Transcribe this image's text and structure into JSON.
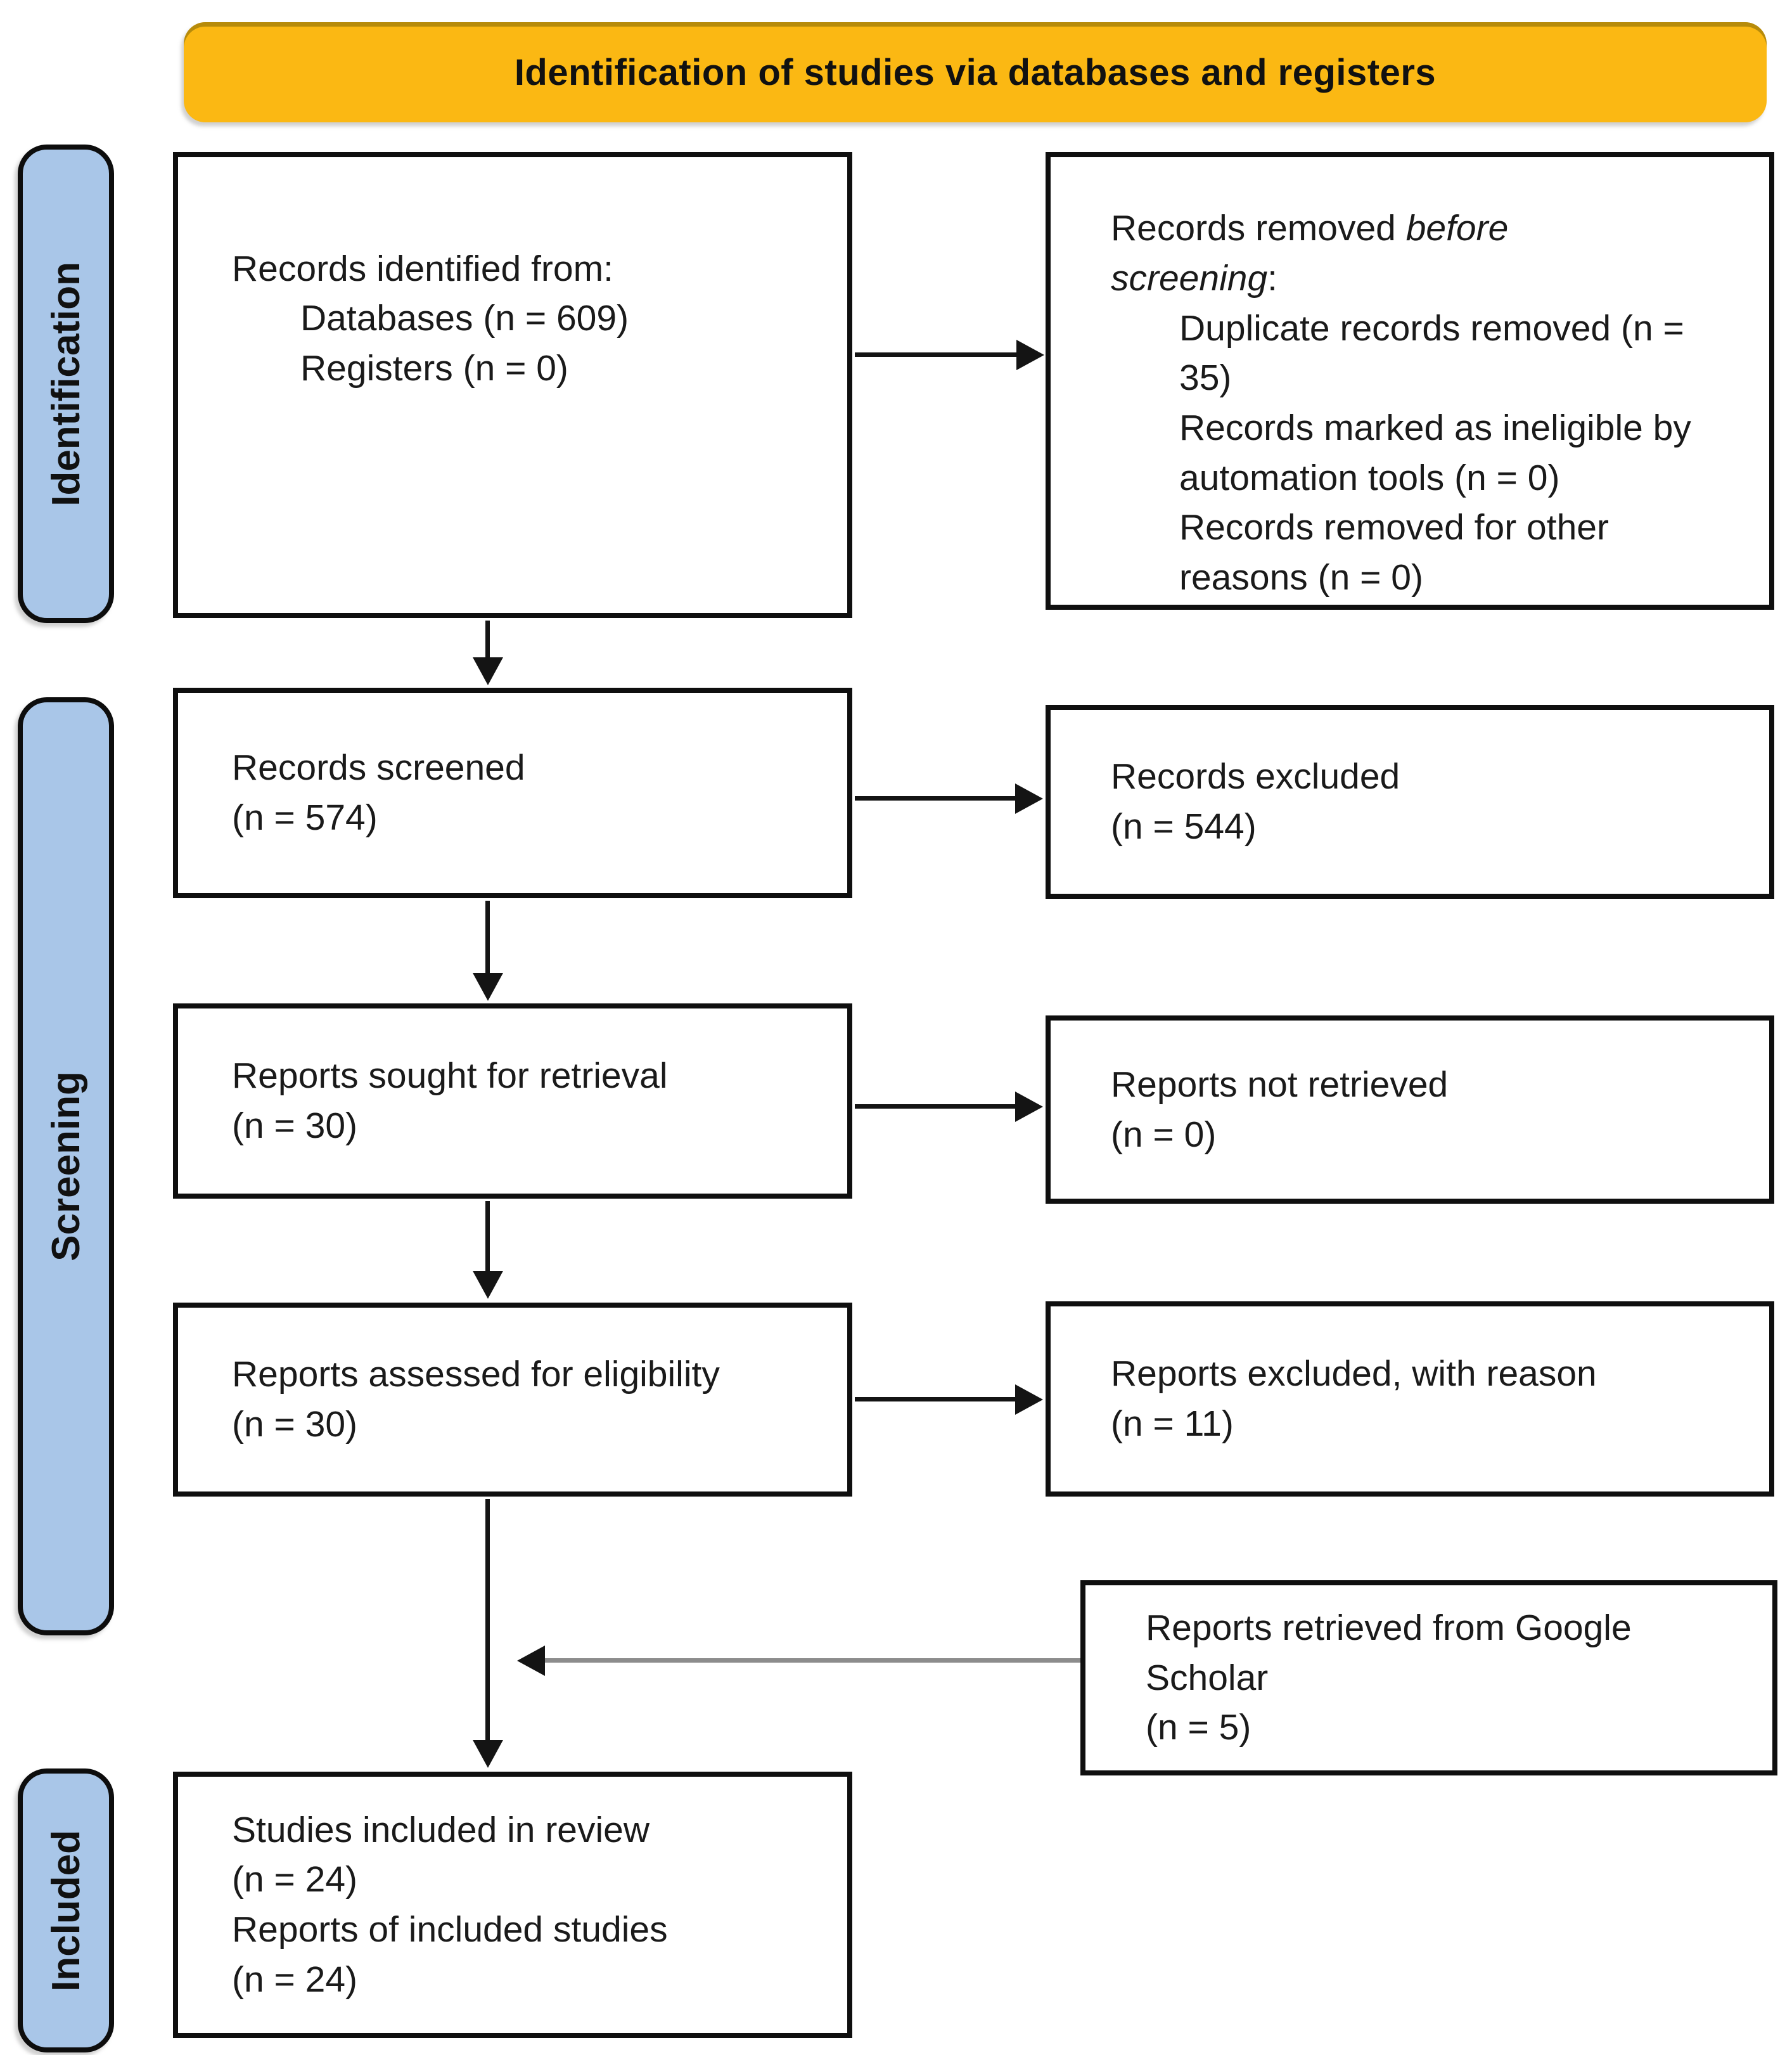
{
  "header": {
    "title": "Identification of studies via databases and registers"
  },
  "sidebar": {
    "stages": [
      {
        "label": "Identification"
      },
      {
        "label": "Screening"
      },
      {
        "label": "Included"
      }
    ]
  },
  "colors": {
    "header_bg": "#FBB813",
    "stage_bg": "#A9C6E8",
    "box_border": "#0F0F0F",
    "arrow": "#141414",
    "gs_arrow_line": "#8C8C8C"
  },
  "flow": {
    "identified": {
      "intro": "Records identified from:",
      "items": [
        "Databases (n = 609)",
        "Registers (n = 0)"
      ]
    },
    "removed": {
      "intro_regular": "Records removed ",
      "intro_italic": "before screening",
      "intro_suffix": ":",
      "items": [
        "Duplicate records removed (n = 35)",
        "Records marked as ineligible by automation tools (n = 0)",
        "Records removed for other reasons (n = 0)"
      ]
    },
    "screened": {
      "label": "Records screened",
      "n": "(n = 574)"
    },
    "excluded": {
      "label": "Records excluded",
      "n": "(n = 544)"
    },
    "sought": {
      "label": "Reports sought for retrieval",
      "n": "(n = 30)"
    },
    "not_retrieved": {
      "label": "Reports not retrieved",
      "n": "(n = 0)"
    },
    "assessed": {
      "label": "Reports assessed for eligibility",
      "n": "(n = 30)"
    },
    "excluded_reason": {
      "label": "Reports excluded, with reason",
      "n": "(n = 11)"
    },
    "google_scholar": {
      "label": "Reports retrieved from Google Scholar",
      "n": "(n = 5)"
    },
    "included": {
      "lines": [
        "Studies included in review",
        "(n = 24)",
        "Reports of included studies",
        "(n = 24)"
      ]
    }
  }
}
